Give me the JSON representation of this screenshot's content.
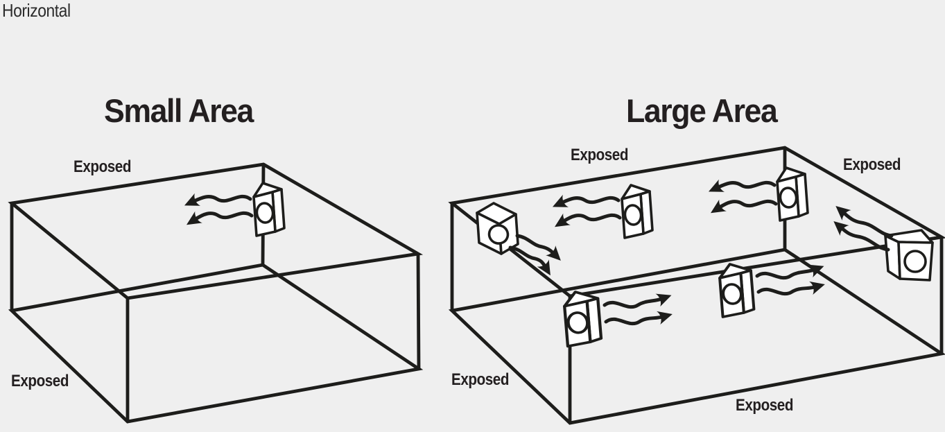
{
  "annotation": {
    "label": "Horizontal"
  },
  "colors": {
    "background": "#efefef",
    "line": "#1d1d1b",
    "text": "#231f20",
    "device_fill": "#ffffff"
  },
  "small_area": {
    "title": "Small Area",
    "exposed_top": "Exposed",
    "exposed_bottom": "Exposed",
    "device_count": 1
  },
  "large_area": {
    "title": "Large Area",
    "exposed_top_left": "Exposed",
    "exposed_top_right": "Exposed",
    "exposed_bottom_left": "Exposed",
    "exposed_bottom_center": "Exposed",
    "device_count": 6
  }
}
